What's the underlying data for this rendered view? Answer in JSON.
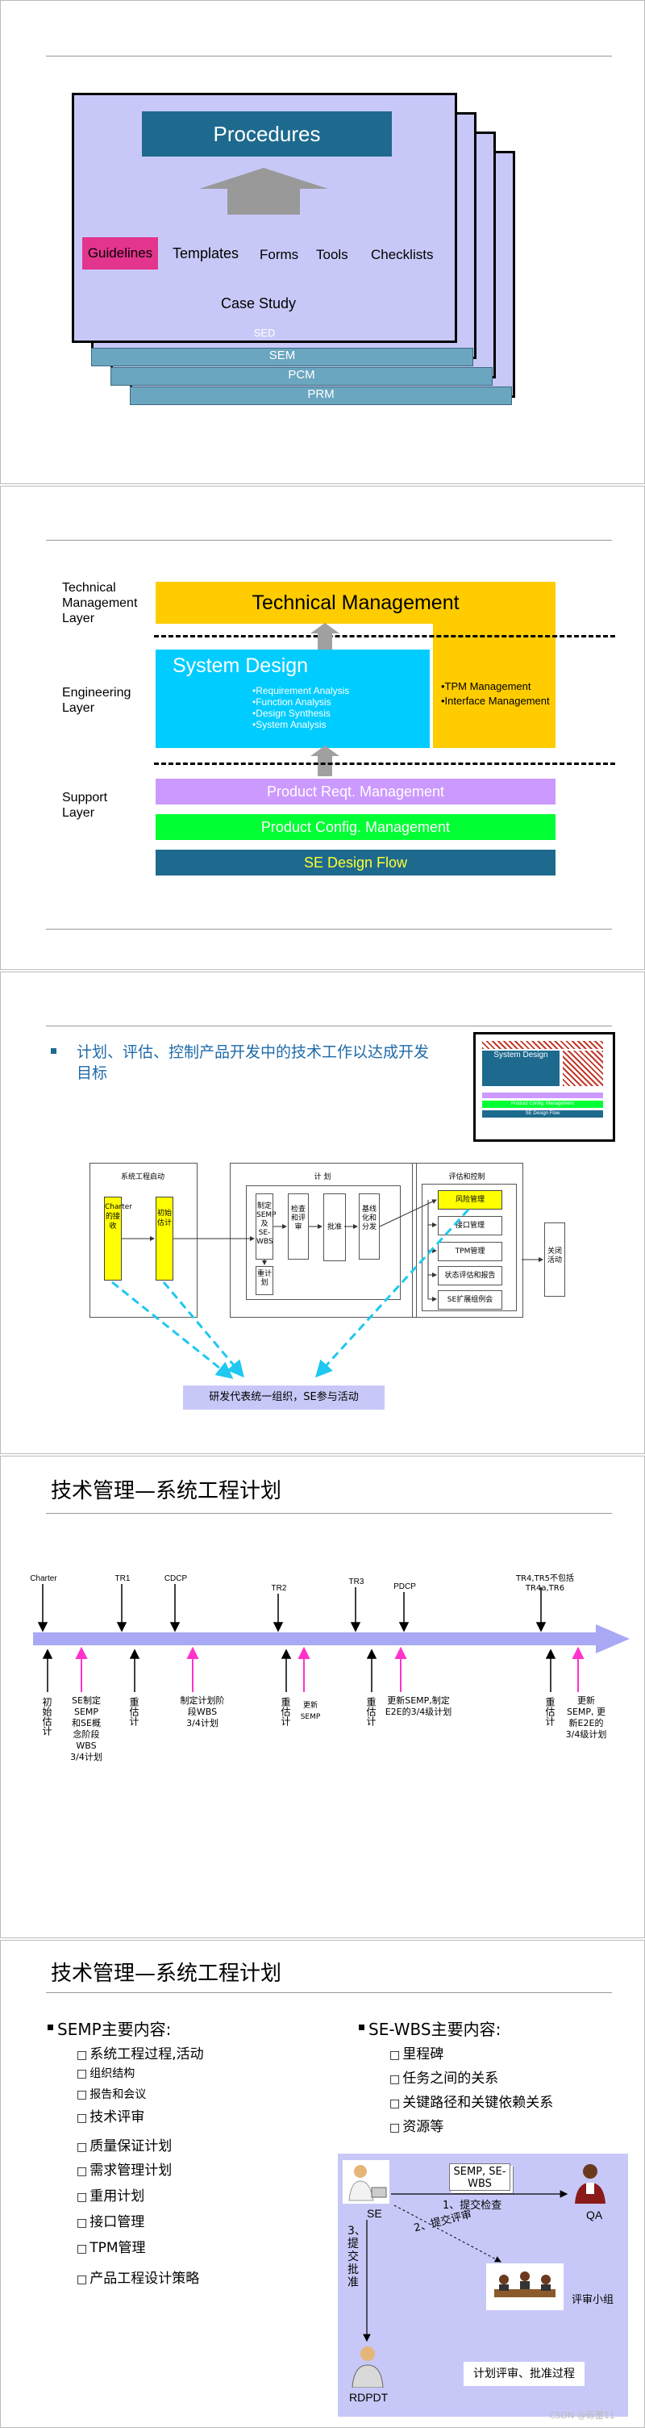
{
  "slide1": {
    "title": "Procedures",
    "tools": [
      "Guidelines",
      "Templates",
      "Forms",
      "Tools",
      "Checklists"
    ],
    "case_study": "Case Study",
    "strips": [
      "SED",
      "SEM",
      "PCM",
      "PRM"
    ],
    "colors": {
      "title_bg": "#1e6a8e",
      "guidelines_bg": "#e3348e",
      "card_bg": "#c8c8f8",
      "strip_bg": "#6aa6bf"
    }
  },
  "slide2": {
    "layers": [
      "Technical Management Layer",
      "Engineering Layer",
      "Support Layer"
    ],
    "technical_management": "Technical Management",
    "system_design": "System Design",
    "system_design_items": [
      "•Requirement Analysis",
      "•Function Analysis",
      "•Design Synthesis",
      "•System Analysis"
    ],
    "tpm_items": [
      "•TPM Management",
      "•Interface Management"
    ],
    "product_req": "Product Reqt. Management",
    "product_config": "Product Config. Management",
    "se_design_flow": "SE Design Flow",
    "colors": {
      "yellow": "#ffcc00",
      "cyan": "#00ccff",
      "lilac": "#cc99ff",
      "green": "#00ff33",
      "blue": "#1e6a8e"
    }
  },
  "slide3": {
    "bullet": "计划、评估、控制产品开发中的技术工作以达成开发目标",
    "thumb": {
      "system_design": "System Design",
      "product_config": "Product Config. Management",
      "se_design_flow": "SE Design Flow"
    },
    "groups": {
      "start": "系统工程启动",
      "plan": "计    划",
      "eval": "评估和控制"
    },
    "start_items": [
      "Charter的接收",
      "初始估计"
    ],
    "plan_items": [
      "制定SEMP及SE-WBS",
      "检查和评审",
      "批准",
      "基线化和分发",
      "重计划"
    ],
    "eval_items": [
      "风险管理",
      "接口管理",
      "TPM管理",
      "状态评估和报告",
      "SE扩展组例会"
    ],
    "close_item": "关闭活动",
    "footer": "研发代表统一组织，SE参与活动"
  },
  "slide4": {
    "title": "技术管理—系统工程计划",
    "top_labels": [
      "Charter",
      "TR1",
      "CDCP",
      "TR2",
      "TR3",
      "PDCP",
      "TR4,TR5不包括TR4a,TR6"
    ],
    "bottom_vertical": [
      "初始估计",
      "重估计",
      "重估计",
      "重估计",
      "重估计"
    ],
    "descs": [
      "SE制定SEMP和SE概念阶段WBS 3/4计划",
      "制定计划阶段WBS 3/4计划",
      "更新SEMP",
      "更新SEMP,制定E2E的3/4级计划",
      "更新SEMP, 更新E2E的3/4级计划"
    ]
  },
  "slide5": {
    "title": "技术管理—系统工程计划",
    "semp_heading": "SEMP主要内容:",
    "semp_items": [
      "系统工程过程,活动",
      "组织结构",
      "报告和会议",
      "技术评审",
      "质量保证计划",
      "需求管理计划",
      "重用计划",
      "接口管理",
      "TPM管理",
      "产品工程设计策略"
    ],
    "wbs_heading": "SE-WBS主要内容:",
    "wbs_items": [
      "里程碑",
      "任务之间的关系",
      "关键路径和关键依赖关系",
      "资源等"
    ],
    "diagram": {
      "doc": "SEMP, SE-WBS",
      "step1": "1、提交检查",
      "step2": "2、提交评审",
      "step3": "3、提交批准",
      "se": "SE",
      "qa": "QA",
      "review_group": "评审小组",
      "rdpdt": "RDPDT",
      "caption": "计划评审、批准过程"
    },
    "watermark": "CSDN @砾蕾11"
  }
}
